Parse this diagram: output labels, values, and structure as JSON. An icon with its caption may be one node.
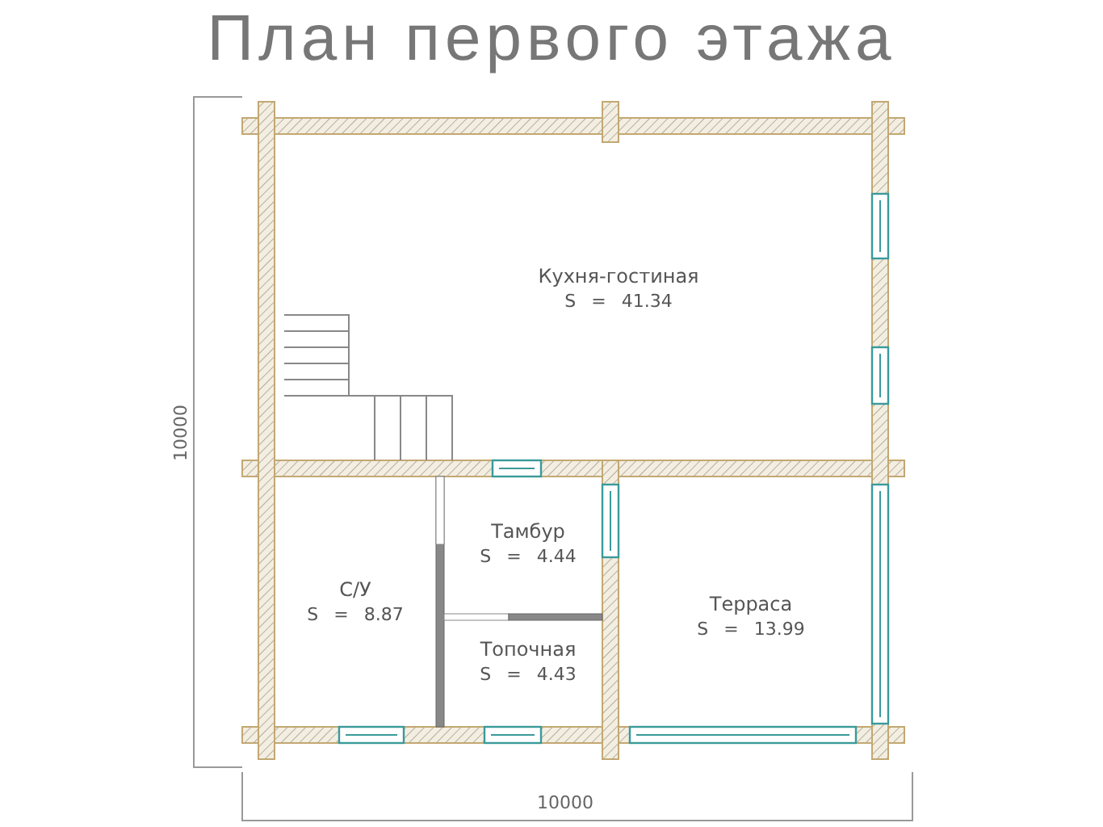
{
  "diagram": {
    "title": "План первого этажа",
    "nodes": [
      {
        "text": [
          "Кухня-гостиная",
          "S = 41.34"
        ]
      },
      {
        "text": [
          "С/У",
          "S = 8.87"
        ]
      },
      {
        "text": [
          "Тамбур",
          "S = 4.44"
        ]
      },
      {
        "text": [
          "Топочная",
          "S = 4.43"
        ]
      },
      {
        "text": [
          "Терраса",
          "S = 13.99"
        ]
      }
    ],
    "labels": [
      "10000",
      "10000"
    ]
  }
}
